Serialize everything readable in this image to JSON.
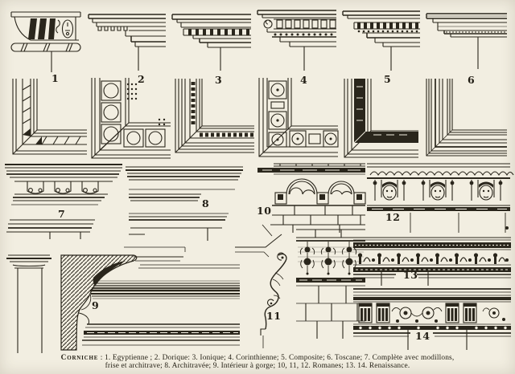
{
  "plate": {
    "title": "Corniche (plate of cornice types)",
    "paper_color": "#f2eee1",
    "ink_color": "#2a261c"
  },
  "figures": [
    {
      "number": "1",
      "caption_name": "Egyptienne"
    },
    {
      "number": "2",
      "caption_name": "Dorique"
    },
    {
      "number": "3",
      "caption_name": "Ionique"
    },
    {
      "number": "4",
      "caption_name": "Corinthienne"
    },
    {
      "number": "5",
      "caption_name": "Composite"
    },
    {
      "number": "6",
      "caption_name": "Toscane"
    },
    {
      "number": "7",
      "caption_name": "Complète avec modillons, frise et architrave"
    },
    {
      "number": "8",
      "caption_name": "Architravée"
    },
    {
      "number": "9",
      "caption_name": "Intérieur à gorge"
    },
    {
      "number": "10",
      "caption_name": "Romane"
    },
    {
      "number": "11",
      "caption_name": "Romane"
    },
    {
      "number": "12",
      "caption_name": "Romane"
    },
    {
      "number": "13",
      "caption_name": "Renaissance"
    },
    {
      "number": "14",
      "caption_name": "Renaissance"
    }
  ],
  "caption": {
    "term": "Corniche",
    "line1_rest": " : 1. Egyptienne ; 2. Dorique: 3. Ionique; 4. Corinthienne; 5. Composite; 6. Toscane; 7. Complète avec modillons,",
    "line2": "frise et architrave; 8. Architravée; 9. Intérieur à gorge; 10, 11, 12. Romanes; 13. 14. Renaissance."
  }
}
